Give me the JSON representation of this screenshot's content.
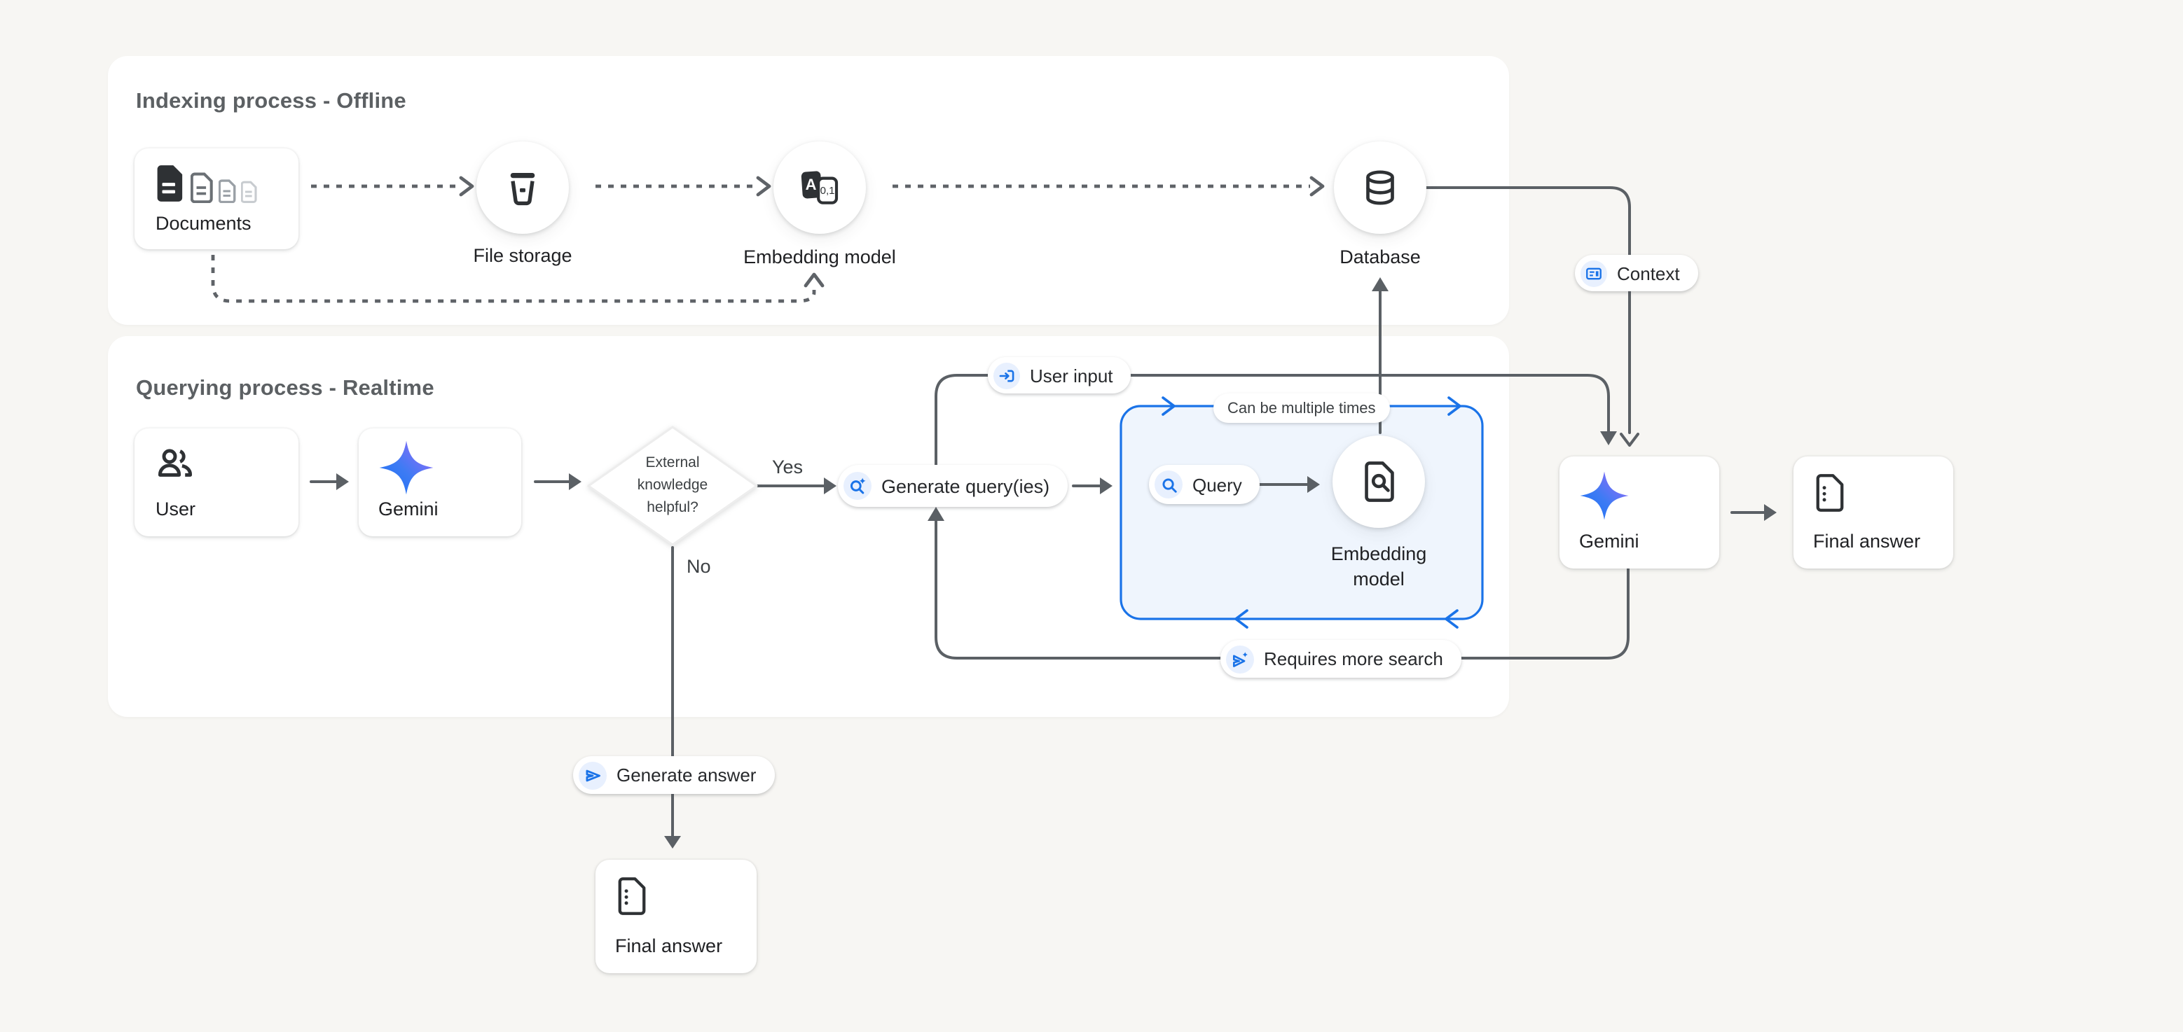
{
  "colors": {
    "accent_blue": "#1a73e8",
    "chip_blue_bg": "#e8f0fe",
    "line_gray": "#5b6065",
    "blue_box_fill": "#eff5fd",
    "page_bg": "#f7f6f3",
    "panel_bg": "#ffffff",
    "text_dark": "#202124",
    "title_gray": "#5c6063"
  },
  "panels": {
    "indexing": {
      "title": "Indexing process - Offline"
    },
    "querying": {
      "title": "Querying process - Realtime"
    }
  },
  "nodes": {
    "documents": {
      "label": "Documents"
    },
    "file_storage": {
      "label": "File storage"
    },
    "embedding_model_indexing": {
      "label": "Embedding model"
    },
    "database": {
      "label": "Database"
    },
    "user": {
      "label": "User"
    },
    "gemini_querying": {
      "label": "Gemini"
    },
    "decision": {
      "label": "External knowledge helpful?"
    },
    "generate_queries": {
      "label": "Generate query(ies)"
    },
    "query": {
      "label": "Query"
    },
    "embedding_model_querying": {
      "label": "Embedding model"
    },
    "gemini_answering": {
      "label": "Gemini"
    },
    "final_answer_right": {
      "label": "Final answer"
    },
    "final_answer_bottom": {
      "label": "Final answer"
    }
  },
  "labels": {
    "user_input": "User input",
    "context": "Context",
    "can_be_multiple_times": "Can be multiple times",
    "requires_more_search": "Requires more search",
    "generate_answer": "Generate answer",
    "yes": "Yes",
    "no": "No"
  },
  "embedding_icon": {
    "letter": "A",
    "digits": "0,1"
  }
}
